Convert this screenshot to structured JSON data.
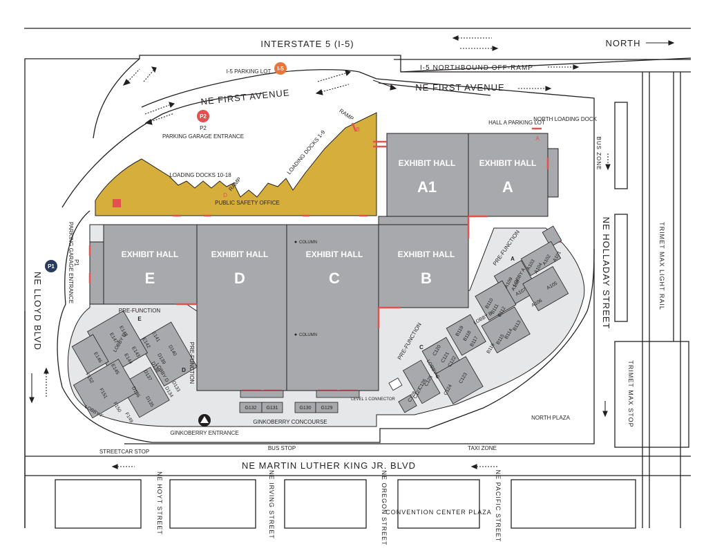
{
  "roads": {
    "interstate": "INTERSTATE 5 (I-5)",
    "north": "NORTH",
    "offramp": "I-5 NORTHBOUND OFF-RAMP",
    "first_ave_left": "NE FIRST AVENUE",
    "first_ave_right": "NE FIRST AVENUE",
    "mlk": "NE MARTIN LUTHER KING JR. BLVD",
    "lloyd": "NE LLOYD BLVD",
    "holladay": "NE HOLLADAY STREET",
    "light_rail": "TRIMET MAX LIGHT RAIL",
    "max_stop": "TRIMET MAX STOP",
    "bus_zone": "BUS ZONE",
    "hoyt": "NE HOYT STREET",
    "irving": "NE IRVING STREET",
    "oregon": "NE OREGON STREET",
    "pacific": "NE PACIFIC STREET",
    "plaza": "CONVENTION CENTER PLAZA"
  },
  "labels": {
    "i5_lot": "I-5 PARKING LOT",
    "i5_badge": "I-5",
    "p2_badge": "P2",
    "p2": "P2",
    "p2_entrance": "PARKING GARAGE ENTRANCE",
    "p1_badge": "P1",
    "p1": "P1",
    "p1_entrance": "PARKING GARAGE ENTRANCE",
    "hall_a_lot": "HALL A PARKING LOT",
    "north_dock": "NORTH LOADING DOCK",
    "dock_a": "A",
    "dock_b": "B",
    "dock_d": "D",
    "ramp1": "RAMP",
    "ramp2": "RAMP",
    "docks_1_9": "LOADING DOCKS 1-9",
    "docks_10_18": "LOADING DOCKS 10-18",
    "safety": "PUBLIC SAFETY OFFICE",
    "column1": "COLUMN",
    "column2": "COLUMN",
    "prefunction_a": "PRE-FUNCTION",
    "prefunction_a_letter": "A",
    "prefunction_c": "PRE-FUNCTION",
    "prefunction_c_letter": "C",
    "prefunction_d": "PRE-FUNCTION",
    "prefunction_d_letter": "D",
    "prefunction_e": "PRE-FUNCTION",
    "prefunction_e_letter": "E",
    "lobby_a": "LOBBY A",
    "lobby_b": "LOBBY B",
    "lobby_c": "LOBBY C",
    "lobby_d": "LOBBY D",
    "lobby_e": "LOBBY E",
    "lobby_f": "LOBBY F",
    "north_plaza": "NORTH PLAZA",
    "concourse": "GINKOBERRY CONCOURSE",
    "ginko_entrance": "GINKOBERRY ENTRANCE",
    "level1": "LEVEL 1 CONNECTOR",
    "bus_stop": "BUS STOP",
    "taxi": "TAXI ZONE",
    "streetcar": "STREETCAR STOP"
  },
  "halls": {
    "a1_t": "EXHIBIT HALL",
    "a1_l": "A1",
    "a_t": "EXHIBIT HALL",
    "a_l": "A",
    "e_t": "EXHIBIT HALL",
    "e_l": "E",
    "d_t": "EXHIBIT HALL",
    "d_l": "D",
    "c_t": "EXHIBIT HALL",
    "c_l": "C",
    "b_t": "EXHIBIT HALL",
    "b_l": "B"
  },
  "rooms": {
    "a101": "A101",
    "a102": "A102",
    "a103": "A103",
    "a104": "A104",
    "a105": "A105",
    "a106": "A106",
    "a107": "A107",
    "a108": "A108",
    "a109": "A109",
    "b110": "B110",
    "b111": "B111",
    "b112": "B112",
    "b113": "B113",
    "b114": "B114",
    "b115": "B115",
    "b116": "B116",
    "b117": "B117",
    "b118": "B118",
    "b119": "B119",
    "c120": "C120",
    "c121": "C121",
    "c122": "C122",
    "c123": "C123",
    "c124": "C124",
    "c125": "C125",
    "c126": "C126",
    "c127": "C127",
    "c128": "C128",
    "g129": "G129",
    "g130": "G130",
    "g131": "G131",
    "g132": "G132",
    "d133": "D133",
    "d134": "D134",
    "d135": "D135",
    "d136": "D136",
    "d137": "D137",
    "d138": "D138",
    "d139": "D139",
    "d140": "D140",
    "e141": "E141",
    "e142": "E142",
    "e143": "E143",
    "e144": "E144",
    "e145": "E145",
    "e146": "E146",
    "e147": "E147",
    "e148": "E148",
    "f149": "F149",
    "f150": "F150",
    "f151": "F151",
    "f152": "F152"
  },
  "colors": {
    "hall": "#a7a9ac",
    "dock": "#d6ae3c",
    "accent": "#e2504f",
    "parking": "#e8763a",
    "p1": "#283a5e",
    "line": "#231f20",
    "plaza": "#e6e7e8"
  }
}
